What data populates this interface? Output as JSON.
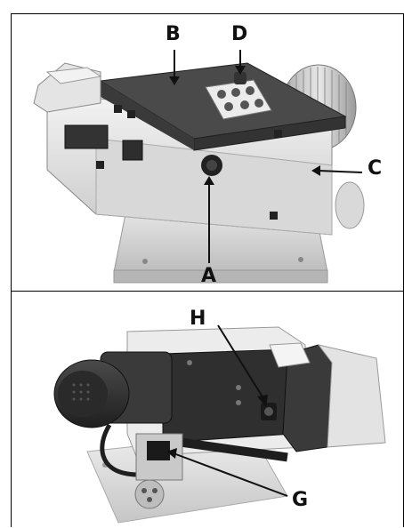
{
  "figure_top": {
    "labels": {
      "a": "A",
      "b": "B",
      "c": "C",
      "d": "D"
    }
  },
  "figure_bottom": {
    "labels": {
      "g": "G",
      "h": "H"
    }
  }
}
